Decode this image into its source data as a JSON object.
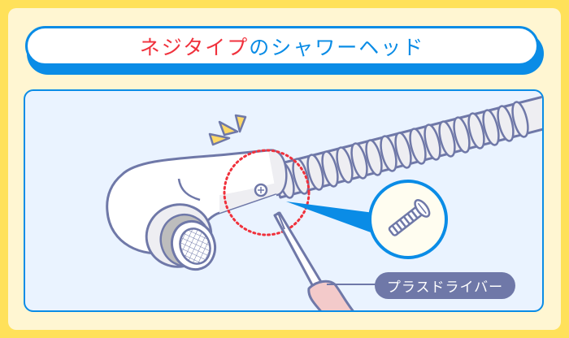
{
  "title": {
    "highlight": "ネジタイプ",
    "rest": "のシャワーヘッド"
  },
  "illustration": {
    "subject": "shower-head-with-hose",
    "callout_label": "プラスドライバー",
    "icons": [
      "shower-head-icon",
      "flexible-hose-icon",
      "screw-icon",
      "screwdriver-icon",
      "alert-spark-icon",
      "dotted-focus-circle",
      "magnified-screw-callout"
    ]
  },
  "colors": {
    "frame_yellow": "#FFE15A",
    "cream": "#FFF6D2",
    "accent_blue": "#0A8CE6",
    "title_red": "#F0313C",
    "panel_bg": "#EAF3FF",
    "outline": "#6F78A8",
    "label_bg": "#6F78A8",
    "focus_red": "#F0313C"
  }
}
